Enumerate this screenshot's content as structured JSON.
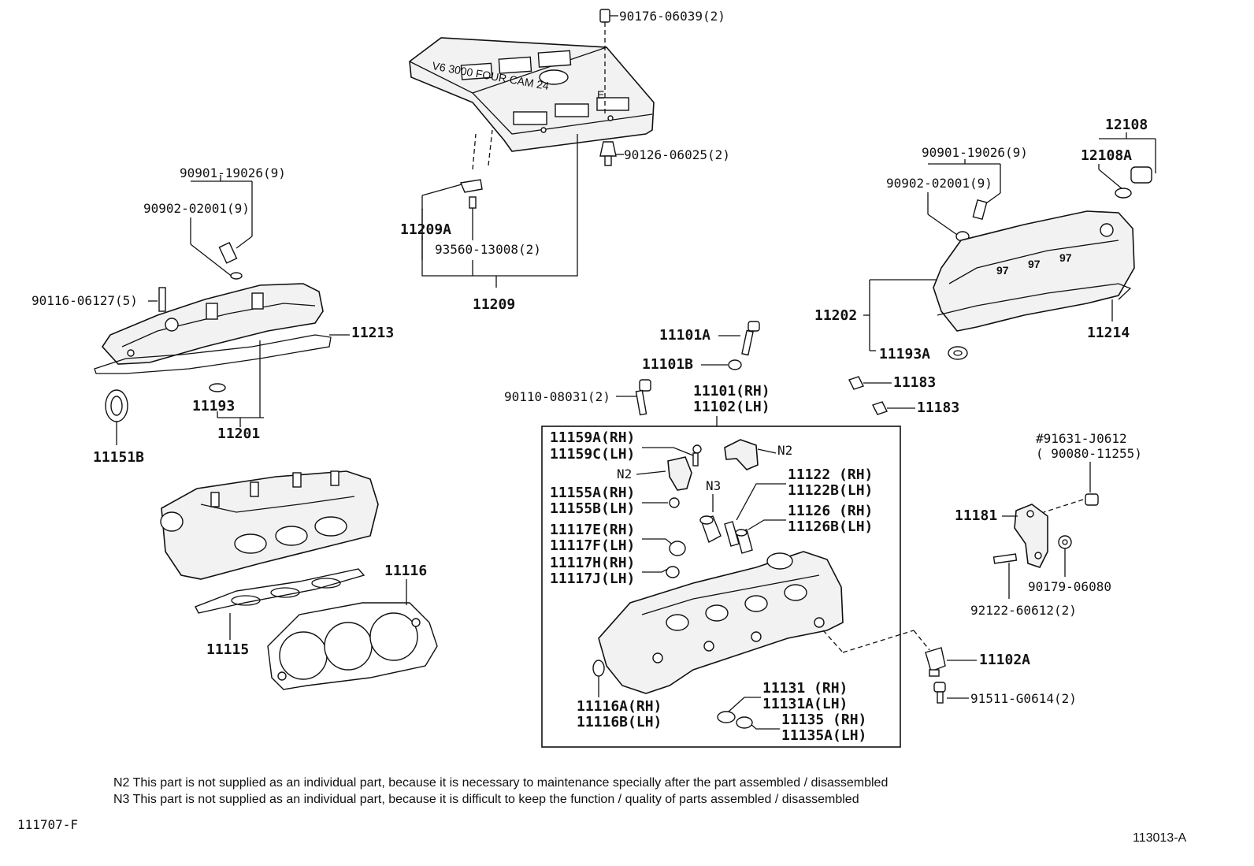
{
  "labels": {
    "p90176": "90176-06039(2)",
    "p90126": "90126-06025(2)",
    "p11209A": "11209A",
    "p93560": "93560-13008(2)",
    "p11209": "11209",
    "p90901L": "90901-19026(9)",
    "p90902L": "90902-02001(9)",
    "p90116": "90116-06127(5)",
    "p11213": "11213",
    "p11193": "11193",
    "p11201": "11201",
    "p11151B": "11151B",
    "p11115": "11115",
    "p11116": "11116",
    "p90901R": "90901-19026(9)",
    "p90902R": "90902-02001(9)",
    "p12108": "12108",
    "p12108A": "12108A",
    "p11202": "11202",
    "p11214": "11214",
    "p11193A": "11193A",
    "p11183a": "11183",
    "p11183b": "11183",
    "p11101A": "11101A",
    "p11101B": "11101B",
    "p90110": "90110-08031(2)",
    "p11101": "11101(RH)",
    "p11102": "11102(LH)",
    "p11159A": "11159A(RH)",
    "p11159C": "11159C(LH)",
    "n2a": "N2",
    "n2b": "N2",
    "n3": "N3",
    "p11155A": "11155A(RH)",
    "p11155B": "11155B(LH)",
    "p11117E": "11117E(RH)",
    "p11117F": "11117F(LH)",
    "p11117H": "11117H(RH)",
    "p11117J": "11117J(LH)",
    "p11122": "11122 (RH)",
    "p11122B": "11122B(LH)",
    "p11126": "11126 (RH)",
    "p11126B": "11126B(LH)",
    "p11116A": "11116A(RH)",
    "p11116B": "11116B(LH)",
    "p11131": "11131 (RH)",
    "p11131A": "11131A(LH)",
    "p11135": "11135 (RH)",
    "p11135A": "11135A(LH)",
    "p91631": "#91631-J0612",
    "p90080": "( 90080-11255)",
    "p11181": "11181",
    "p90179": "90179-06080",
    "p92122": "92122-60612(2)",
    "p11102A": "11102A",
    "p91511": "91511-G0614(2)",
    "cover_text": "V6 3000 FOUR CAM 24"
  },
  "notes": {
    "n2": "N2  This part is not supplied as an individual part, because it is necessary to maintenance specially after the part assembled / disassembled",
    "n3": "N3  This part is not supplied as an individual part, because it is difficult to keep the function / quality of parts  assembled / disassembled"
  },
  "footer": {
    "left_code": "111707-F",
    "right_code": "113013-A"
  }
}
